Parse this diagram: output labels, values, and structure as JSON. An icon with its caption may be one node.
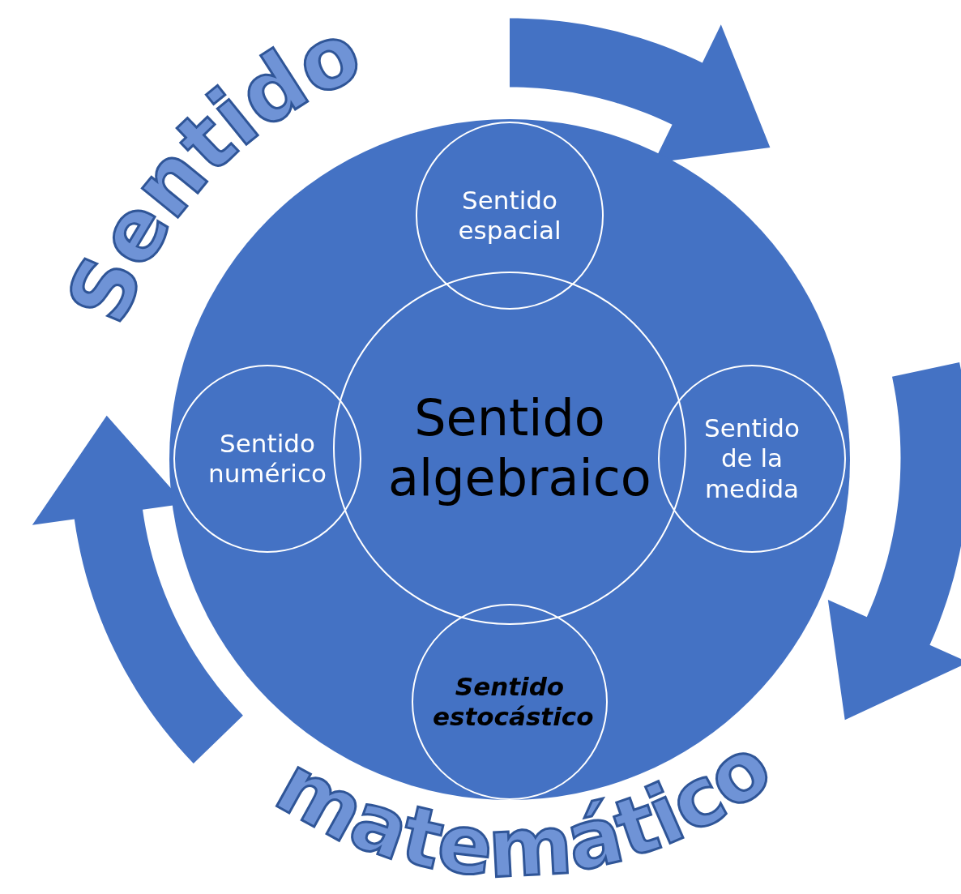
{
  "diagram": {
    "nodes": [
      {
        "text": [],
        "shape": "circle"
      },
      {
        "text": [
          "Sentido espacial"
        ],
        "in": 0
      },
      {
        "text": [
          "Sentido numérico"
        ],
        "in": 0
      },
      {
        "text": [
          "Sentido algebraico"
        ],
        "in": 0
      },
      {
        "text": [
          "Sentido de la medida"
        ],
        "in": 0
      },
      {
        "text": [
          "Sentido estocástico"
        ],
        "in": 0
      }
    ],
    "labels": [
      "Sentido",
      "matemático"
    ]
  }
}
